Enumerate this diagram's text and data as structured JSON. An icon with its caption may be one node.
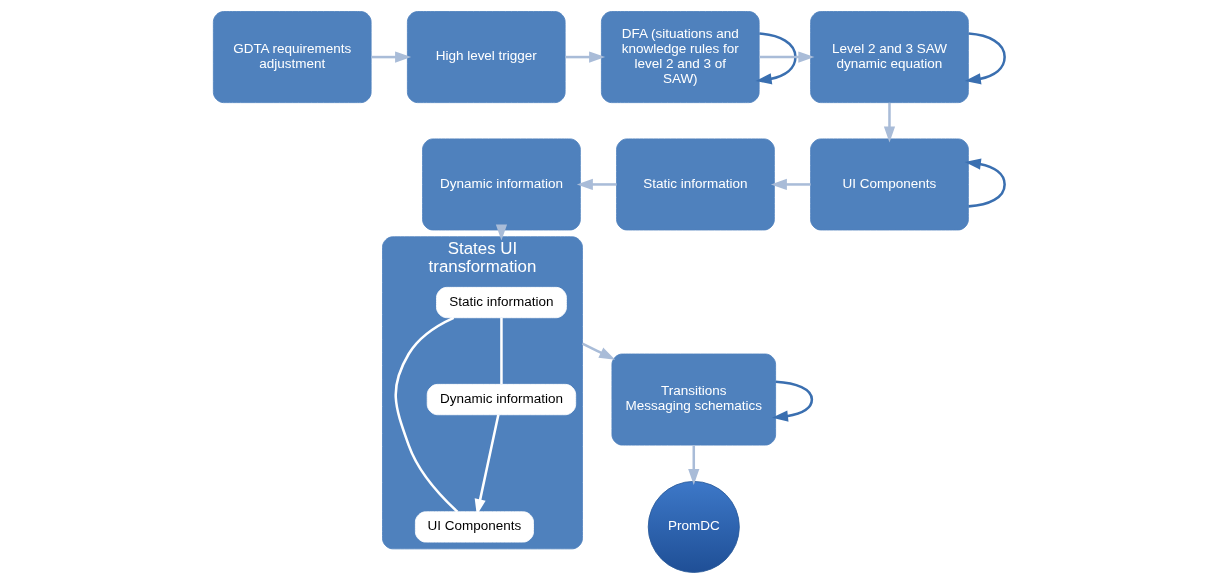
{
  "diagram": {
    "nodes": [
      {
        "text": [
          "GDTA requirements adjustment"
        ]
      },
      {
        "text": [
          "High level trigger"
        ]
      },
      {
        "text": [
          "DFA (situations and knowledge rules for level 2 and 3 of SAW)"
        ]
      },
      {
        "text": [
          "Level 2 and 3 SAW dynamic equation"
        ]
      },
      {
        "text": [
          "UI Components"
        ]
      },
      {
        "text": [
          "Static information"
        ]
      },
      {
        "text": [
          "Dynamic information"
        ]
      },
      {
        "text": [
          "States UI transformation"
        ]
      },
      {
        "text": [
          "Static information"
        ],
        "in": 7
      },
      {
        "text": [
          "UI Components"
        ],
        "in": 7
      },
      {
        "text": [
          "Dynamic information"
        ],
        "in": 7
      },
      {
        "text": [
          "Transitions Messaging schematics"
        ]
      },
      {
        "text": [
          "PromDC"
        ]
      }
    ],
    "edges": [
      {
        "from": 0,
        "to": 1,
        "arrow": "to"
      },
      {
        "from": 1,
        "to": 2,
        "arrow": "to"
      },
      {
        "from": 2,
        "to": 2,
        "arrow": "to",
        "color": "#3a6fb0"
      },
      {
        "from": 2,
        "to": 3,
        "arrow": "to"
      },
      {
        "from": 3,
        "to": 3,
        "arrow": "to",
        "color": "#3a6fb0"
      },
      {
        "from": 3,
        "to": 4,
        "arrow": "to"
      },
      {
        "from": 4,
        "to": 4,
        "arrow": "to",
        "color": "#3a6fb0"
      },
      {
        "from": 4,
        "to": 5,
        "arrow": "to"
      },
      {
        "from": 5,
        "to": 6,
        "arrow": "to"
      },
      {
        "from": 6,
        "to": 7,
        "arrow": "to"
      },
      {
        "from": 8,
        "to": 9,
        "arrow": "none",
        "color": "#ffffff"
      },
      {
        "from": 8,
        "to": 10,
        "arrow": "none",
        "color": "#ffffff"
      },
      {
        "from": 10,
        "to": 9,
        "arrow": "to",
        "color": "#ffffff"
      },
      {
        "from": 7,
        "to": 11,
        "arrow": "to"
      },
      {
        "from": 11,
        "to": 11,
        "arrow": "to",
        "color": "#3a6fb0"
      },
      {
        "from": 11,
        "to": 12,
        "arrow": "to"
      }
    ]
  }
}
